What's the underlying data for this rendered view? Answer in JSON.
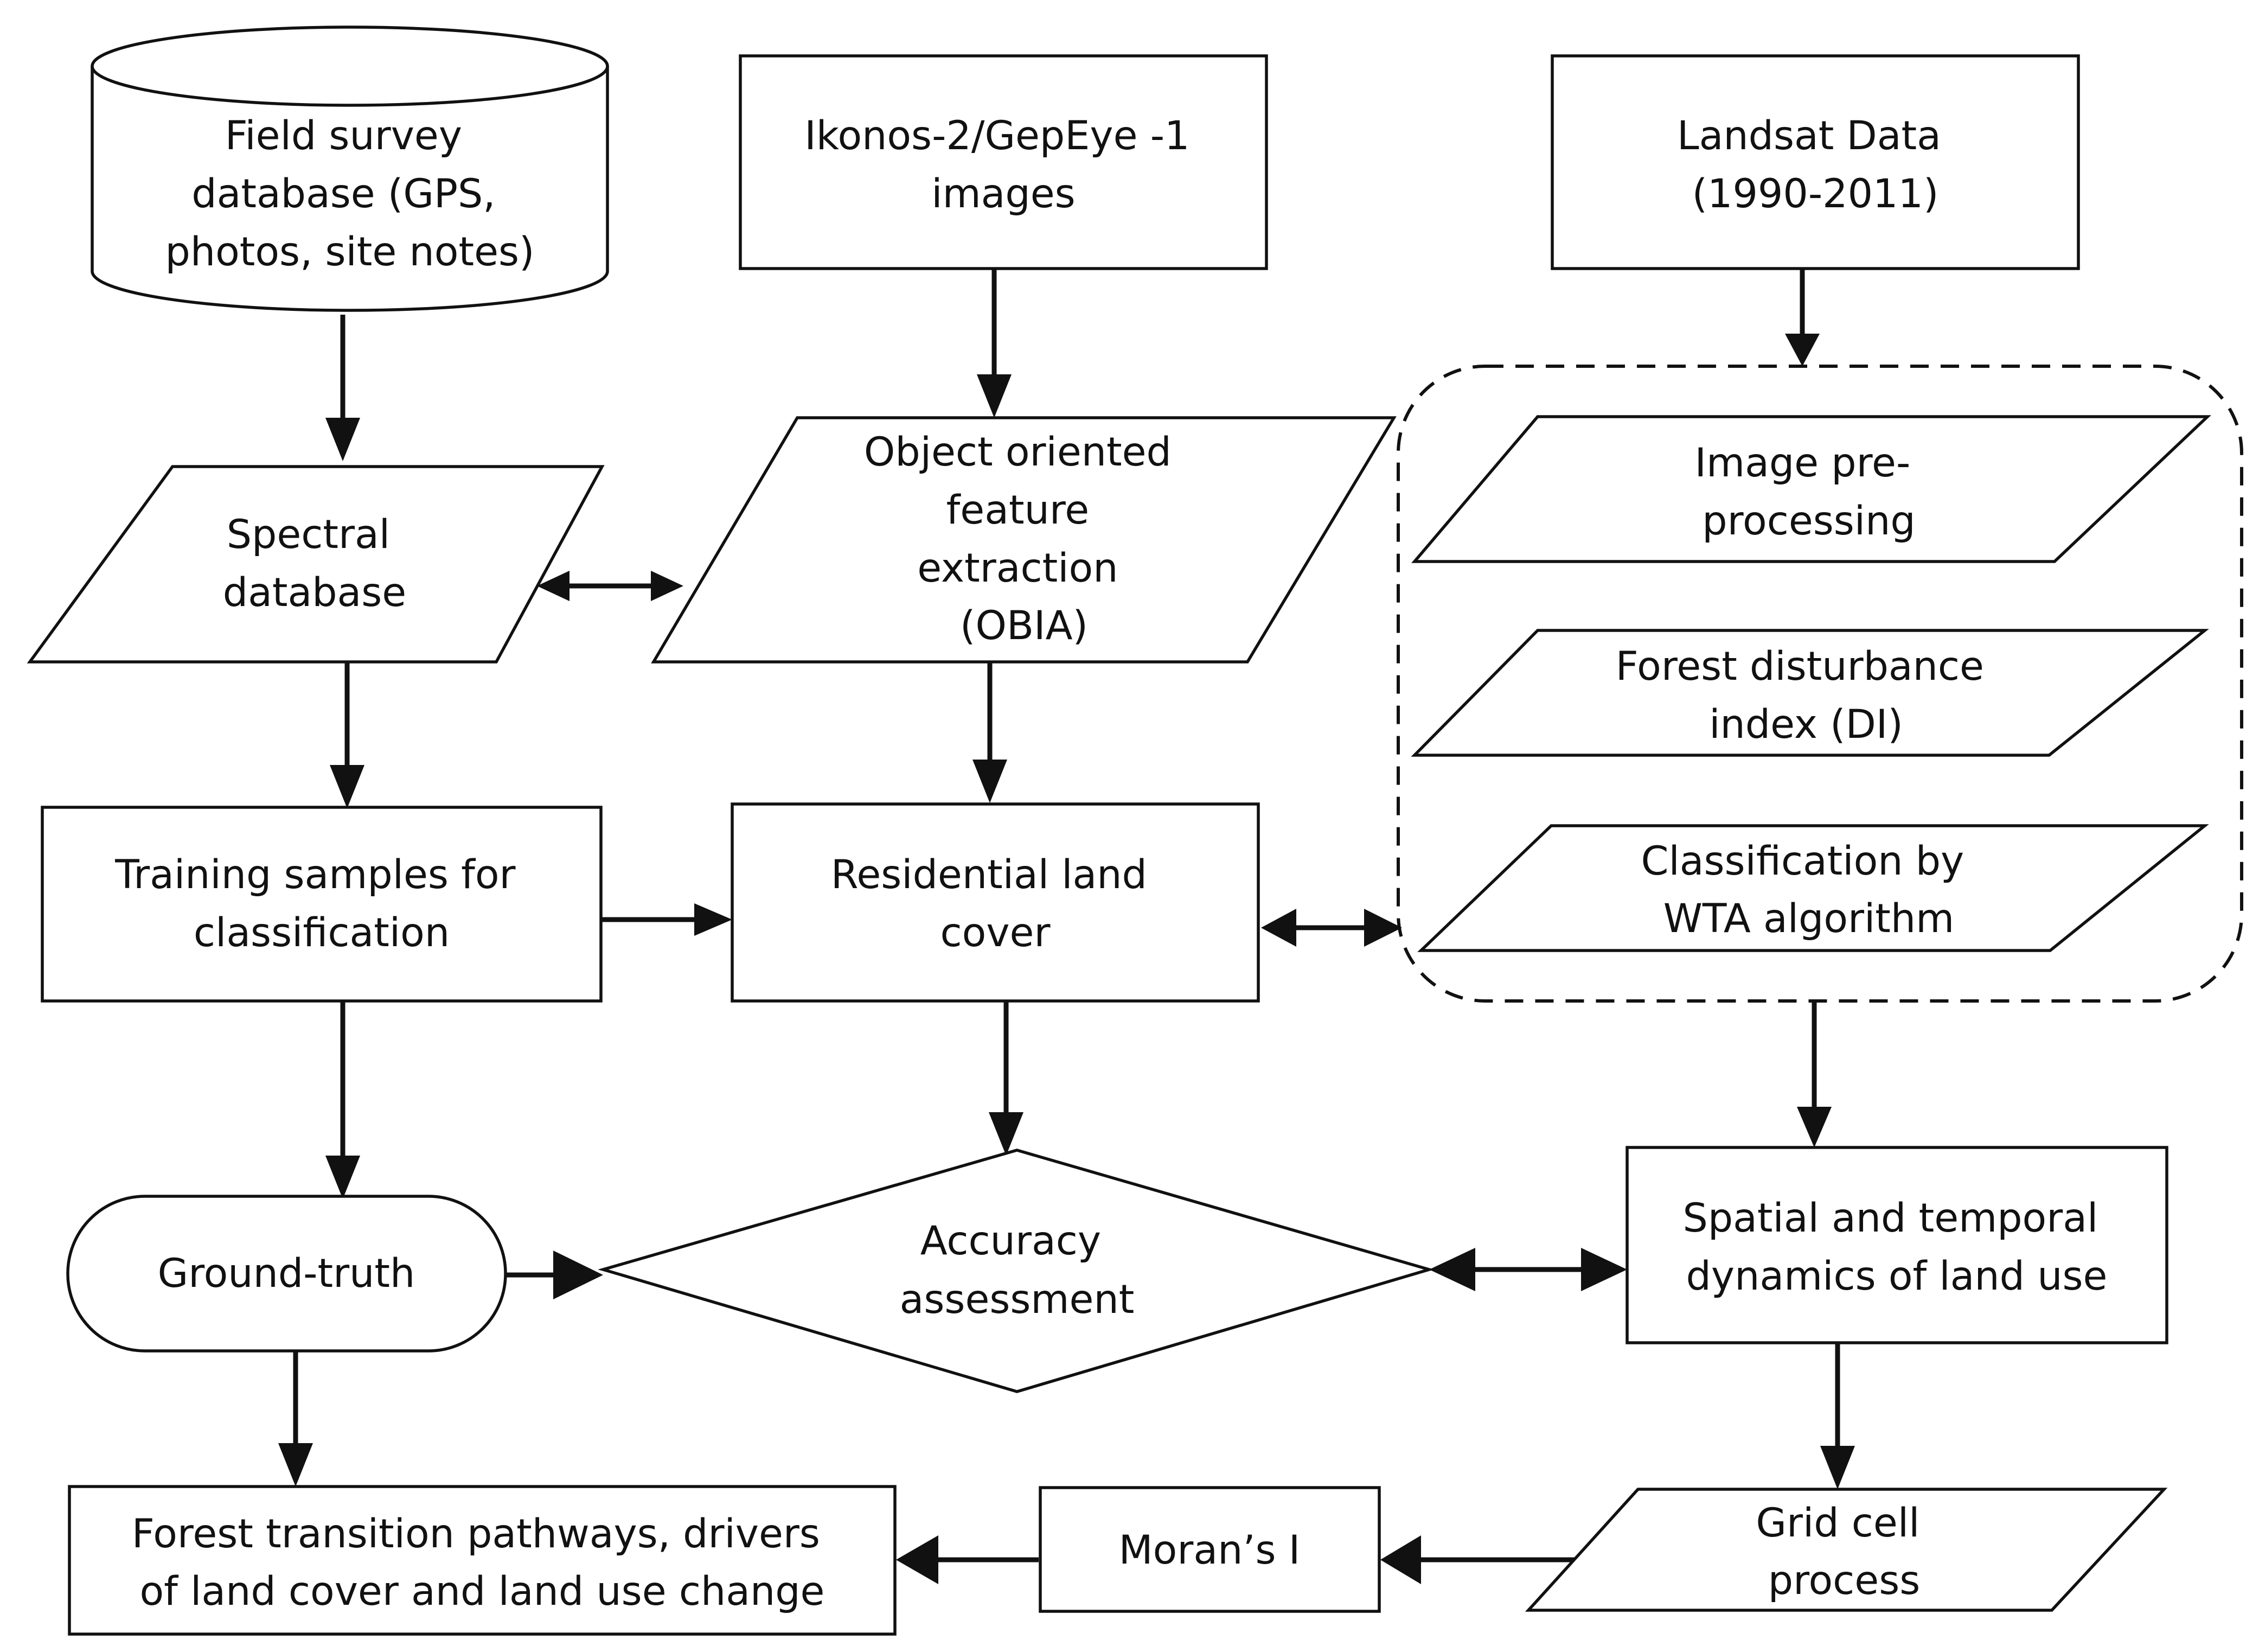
{
  "nodes": {
    "field_survey": {
      "shape": "cylinder",
      "lines": [
        "Field survey",
        "database (GPS,",
        "photos, site notes)"
      ]
    },
    "ikonos": {
      "shape": "rectangle",
      "lines": [
        "Ikonos-2/GepEye -1",
        "images"
      ]
    },
    "landsat": {
      "shape": "rectangle",
      "lines": [
        "Landsat Data",
        "(1990-2011)"
      ]
    },
    "spectral_db": {
      "shape": "parallelogram",
      "lines": [
        "Spectral",
        "database"
      ]
    },
    "obia": {
      "shape": "parallelogram",
      "lines": [
        "Object oriented",
        "feature",
        "extraction",
        "(OBIA)"
      ]
    },
    "preprocessing": {
      "shape": "parallelogram",
      "lines": [
        "Image pre-",
        "processing"
      ]
    },
    "disturbance": {
      "shape": "parallelogram",
      "lines": [
        "Forest disturbance",
        "index (DI)"
      ]
    },
    "wta": {
      "shape": "parallelogram",
      "lines": [
        "Classification by",
        "WTA algorithm"
      ]
    },
    "training": {
      "shape": "rectangle",
      "lines": [
        "Training samples for",
        "classification"
      ]
    },
    "residential": {
      "shape": "rectangle",
      "lines": [
        "Residential land",
        "cover"
      ]
    },
    "ground_truth": {
      "shape": "terminator",
      "lines": [
        "Ground-truth"
      ]
    },
    "accuracy": {
      "shape": "diamond",
      "lines": [
        "Accuracy",
        "assessment"
      ]
    },
    "spatial": {
      "shape": "rectangle",
      "lines": [
        "Spatial and temporal",
        "dynamics of land use"
      ]
    },
    "forest_pathways": {
      "shape": "rectangle",
      "lines": [
        "Forest transition pathways, drivers",
        "of land cover and land use change"
      ]
    },
    "morans": {
      "shape": "rectangle",
      "lines": [
        "Moran’s I"
      ]
    },
    "grid_cell": {
      "shape": "parallelogram",
      "lines": [
        "Grid cell",
        "process"
      ]
    }
  },
  "groups": {
    "landsat_processing": {
      "style": "dashed-rounded",
      "members": [
        "preprocessing",
        "disturbance",
        "wta"
      ]
    }
  },
  "edges": [
    {
      "from": "field_survey",
      "to": "spectral_db",
      "kind": "directed"
    },
    {
      "from": "ikonos",
      "to": "obia",
      "kind": "directed"
    },
    {
      "from": "landsat",
      "to": "landsat_processing",
      "kind": "directed"
    },
    {
      "from": "spectral_db",
      "to": "obia",
      "kind": "bidirectional"
    },
    {
      "from": "spectral_db",
      "to": "training",
      "kind": "directed"
    },
    {
      "from": "obia",
      "to": "residential",
      "kind": "directed"
    },
    {
      "from": "training",
      "to": "residential",
      "kind": "directed"
    },
    {
      "from": "residential",
      "to": "landsat_processing",
      "kind": "bidirectional"
    },
    {
      "from": "training",
      "to": "ground_truth",
      "kind": "directed"
    },
    {
      "from": "residential",
      "to": "accuracy",
      "kind": "directed"
    },
    {
      "from": "landsat_processing",
      "to": "spatial",
      "kind": "directed"
    },
    {
      "from": "ground_truth",
      "to": "accuracy",
      "kind": "directed"
    },
    {
      "from": "accuracy",
      "to": "spatial",
      "kind": "bidirectional"
    },
    {
      "from": "ground_truth",
      "to": "forest_pathways",
      "kind": "directed"
    },
    {
      "from": "spatial",
      "to": "grid_cell",
      "kind": "directed"
    },
    {
      "from": "grid_cell",
      "to": "morans",
      "kind": "directed"
    },
    {
      "from": "morans",
      "to": "forest_pathways",
      "kind": "directed"
    }
  ]
}
